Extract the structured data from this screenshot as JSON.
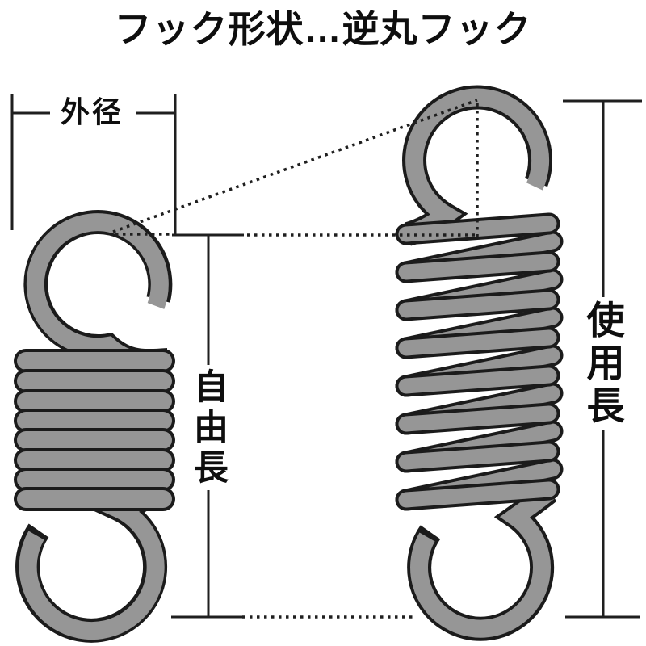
{
  "title": "フック形状…逆丸フック",
  "labels": {
    "outer_diameter": "外径",
    "free_length": "自由長",
    "working_length": "使用長"
  },
  "colors": {
    "background": "#ffffff",
    "wire-fill": "#969696",
    "wire-outline": "#1b1b1b",
    "line": "#1f1f1f",
    "text": "#0e0e0e"
  }
}
